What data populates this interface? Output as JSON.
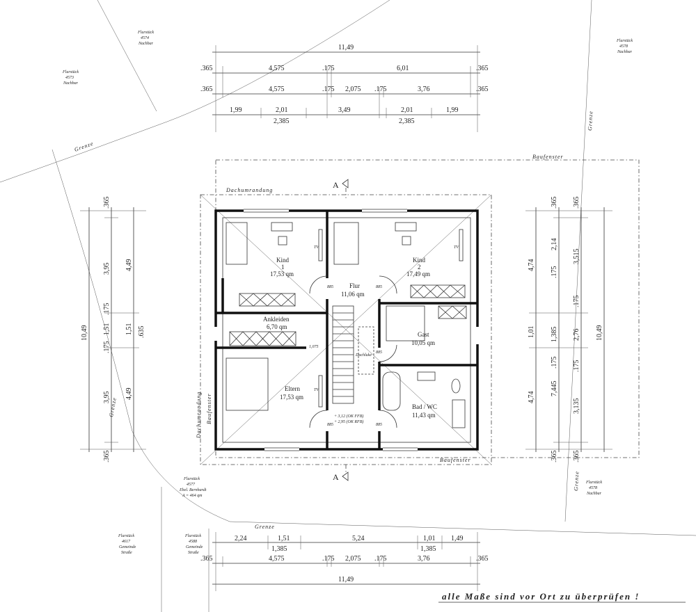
{
  "parcels": {
    "nw": {
      "line1": "Flurstück",
      "line2": "4574",
      "line3": "Nachbar"
    },
    "w": {
      "line1": "Flurstück",
      "line2": "4573",
      "line3": "Nachbar"
    },
    "ne": {
      "line1": "Flurstück",
      "line2": "4578",
      "line3": "Nachbar"
    },
    "e": {
      "line1": "Flurstück",
      "line2": "4578",
      "line3": "Nachbar"
    },
    "sw": {
      "line1": "Flurstück",
      "line2": "4577",
      "line3": "Ehel. Bernhardt",
      "line4": "A = 464 qm"
    },
    "s1": {
      "line1": "Flurstück",
      "line2": "4617",
      "line3": "Gemeinde",
      "line4": "Straße"
    },
    "s2": {
      "line1": "Flurstück",
      "line2": "4588",
      "line3": "Gemeinde",
      "line4": "Straße"
    }
  },
  "labels": {
    "grenze": "Grenze",
    "baufenster": "Baufenster",
    "dachumrandung": "Dachumrandung",
    "section_mark": "A",
    "dachluke": "Dachluke",
    "tv": "TV",
    "level_ffb": "+ 3,12 (OK FFB)",
    "level_rfb": "+ 2,95 (OK RFB)",
    "note": "alle Maße sind vor Ort zu überprüfen !"
  },
  "rooms": {
    "kind1": {
      "name": "Kind",
      "number": "1",
      "area": "17,53 qm"
    },
    "kind2": {
      "name": "Kind",
      "number": "2",
      "area": "17,49 qm"
    },
    "flur": {
      "name": "Flur",
      "area": "11,06 qm"
    },
    "ankleiden": {
      "name": "Ankleiden",
      "area": "6,70 qm"
    },
    "gast": {
      "name": "Gast",
      "area": "10,05 qm"
    },
    "eltern": {
      "name": "Eltern",
      "area": "17,53 qm"
    },
    "bad": {
      "name": "Bad / WC",
      "area": "11,43 qm"
    }
  },
  "door_dims": {
    "d1": "885",
    "d2": "885",
    "d3": "885",
    "d4": "885",
    "d5": "885",
    "d6": "1,075"
  },
  "dims_top": {
    "overall": "11,49",
    "row2": [
      ".365",
      "4,575",
      ".175",
      "6,01",
      ".365"
    ],
    "row3": [
      ".365",
      "4,575",
      ".175",
      "2,075",
      ".175",
      "3,76",
      ".365"
    ],
    "row4": [
      "1,99",
      "2,01",
      "3,49",
      "2,01",
      "1,99"
    ],
    "row4b": [
      "2,385",
      "2,385"
    ]
  },
  "dims_bottom": {
    "row1": [
      "2,24",
      "1,51",
      "5,24",
      "1,01",
      "1,49"
    ],
    "row1b": [
      "1,385",
      "1,385"
    ],
    "row2": [
      ".365",
      "4,575",
      ".175",
      "2,075",
      ".175",
      "3,76",
      ".365"
    ],
    "overall": "11,49"
  },
  "dims_left": {
    "overall": "10,49",
    "col2": [
      ".365",
      "3,95",
      ".175",
      "1,51",
      ".175",
      "3,95",
      ".365"
    ],
    "col3": [
      "4,49",
      "1,51",
      "4,49"
    ],
    "col3b": ".635"
  },
  "dims_right": {
    "col1": [
      "4,74",
      "1,01",
      "4,74"
    ],
    "col2": [
      ".365",
      "2,14",
      ".175",
      "1,385",
      "7,445",
      ".175",
      ".365"
    ],
    "col3": [
      ".365",
      "3,515",
      ".175",
      "2,76",
      ".175",
      "3,135",
      ".365"
    ],
    "overall": "10,49"
  }
}
